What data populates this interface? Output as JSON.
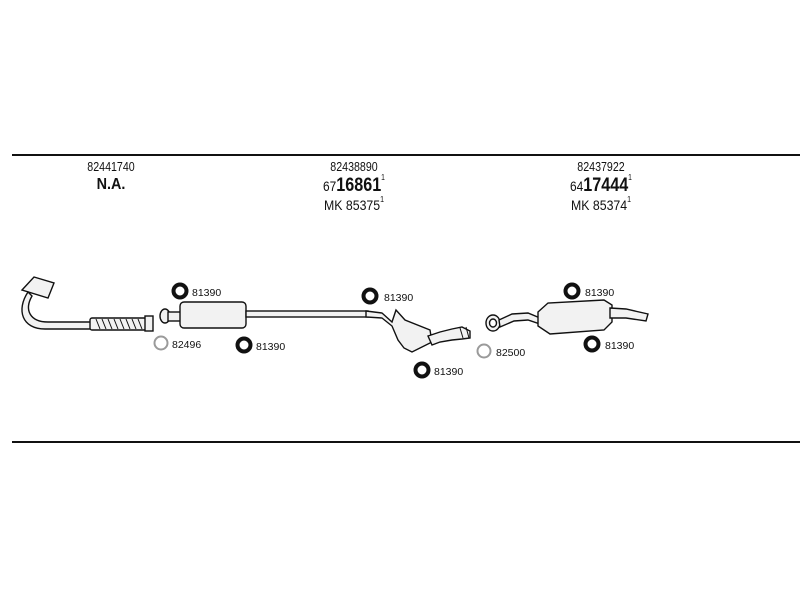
{
  "groups": [
    {
      "part_number": "82441740",
      "status": "N.A."
    },
    {
      "part_number": "82438890",
      "code_prefix": "67",
      "code_main": "16861",
      "code_sup": "1",
      "mk_label": "MK",
      "mk_code": "85375",
      "mk_sup": "1"
    },
    {
      "part_number": "82437922",
      "code_prefix": "64",
      "code_main": "17444",
      "code_sup": "1",
      "mk_label": "MK",
      "mk_code": "85374",
      "mk_sup": "1"
    }
  ],
  "callouts": {
    "ring_front_muffler_top": "81390",
    "ring_front_muffler_bottom": "81390",
    "gasket_front": "82496",
    "ring_center_top": "81390",
    "ring_center_bottom": "81390",
    "gasket_rear": "82500",
    "ring_rear_top": "81390",
    "ring_rear_bottom": "81390"
  },
  "colors": {
    "line": "#111111",
    "part_fill": "#f2f2f2",
    "gasket": "#9a9a9a"
  }
}
